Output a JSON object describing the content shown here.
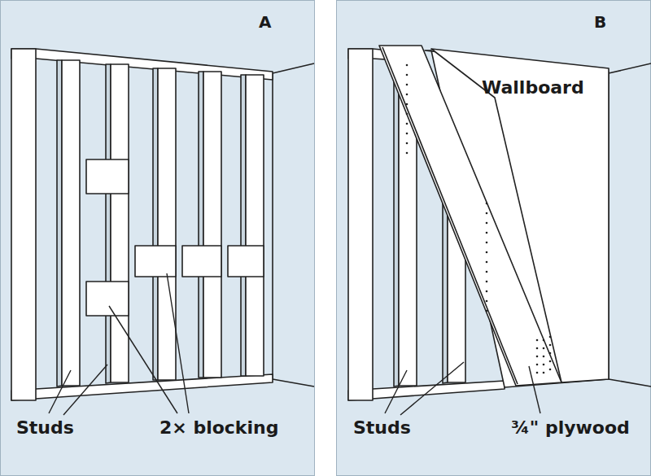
{
  "diagram": {
    "labels": [
      "A",
      "Studs",
      "2× blocking",
      "B",
      "Wallboard",
      "Studs",
      "¾\" plywood"
    ]
  }
}
